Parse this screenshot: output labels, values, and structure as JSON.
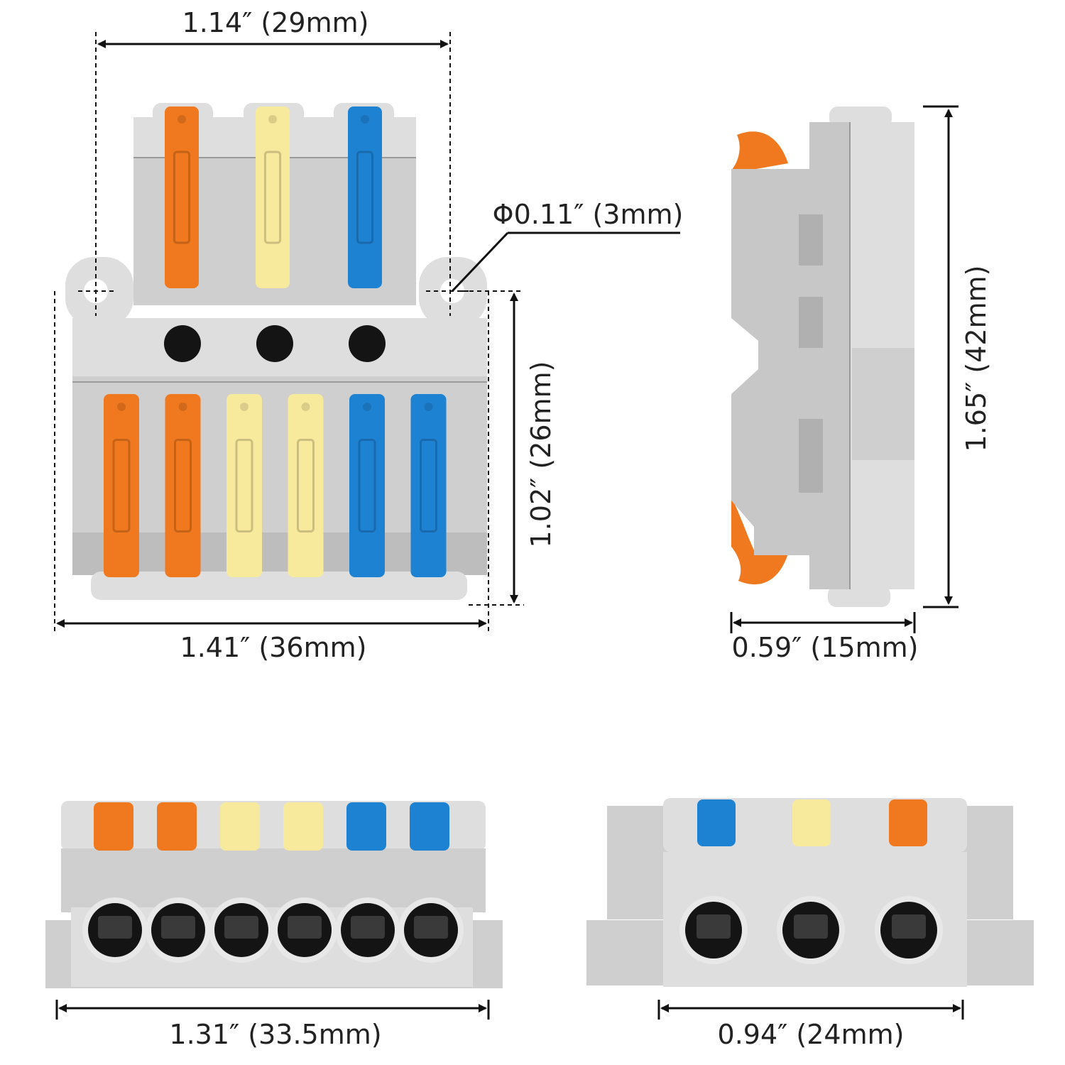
{
  "colors": {
    "orange": "#f0781e",
    "yellow": "#f8ea9c",
    "blue": "#1e82d2",
    "housing": "#c8c8c8",
    "dimension": "#111111"
  },
  "front_view": {
    "top_width_label": "1.14″ (29mm)",
    "hole_label": "Φ0.11″ (3mm)",
    "height_label": "1.02″ (26mm)",
    "bottom_width_label": "1.41″ (36mm)",
    "top_levers": [
      "orange",
      "yellow",
      "blue"
    ],
    "bottom_levers": [
      "orange",
      "orange",
      "yellow",
      "yellow",
      "blue",
      "blue"
    ]
  },
  "side_view": {
    "height_label": "1.65″ (42mm)",
    "depth_label": "0.59″ (15mm)"
  },
  "end_view_output": {
    "width_label": "1.31″ (33.5mm)",
    "levers": [
      "orange",
      "orange",
      "yellow",
      "yellow",
      "blue",
      "blue"
    ]
  },
  "end_view_input": {
    "width_label": "0.94″ (24mm)",
    "levers": [
      "blue",
      "yellow",
      "orange"
    ]
  }
}
